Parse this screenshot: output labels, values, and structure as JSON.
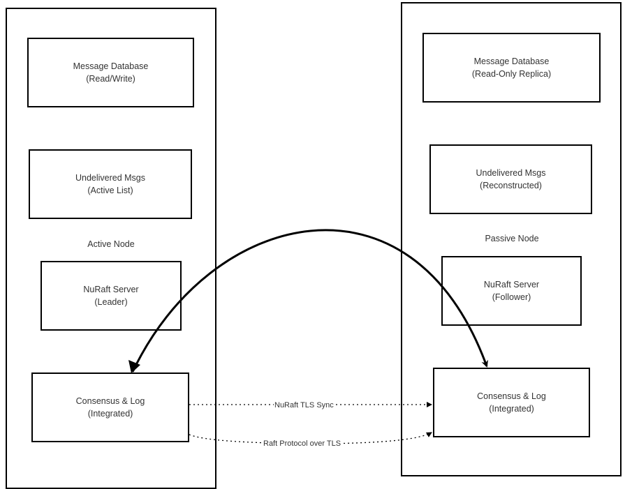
{
  "diagram": {
    "nodes": {
      "active": {
        "label": "Active Node",
        "message_db": {
          "title": "Message Database",
          "subtitle": "(Read/Write)"
        },
        "undelivered": {
          "title": "Undelivered Msgs",
          "subtitle": "(Active List)"
        },
        "nuraft": {
          "title": "NuRaft Server",
          "subtitle": "(Leader)"
        },
        "consensus": {
          "title": "Consensus & Log",
          "subtitle": "(Integrated)"
        }
      },
      "passive": {
        "label": "Passive Node",
        "message_db": {
          "title": "Message Database",
          "subtitle": "(Read-Only Replica)"
        },
        "undelivered": {
          "title": "Undelivered Msgs",
          "subtitle": "(Reconstructed)"
        },
        "nuraft": {
          "title": "NuRaft Server",
          "subtitle": "(Follower)"
        },
        "consensus": {
          "title": "Consensus & Log",
          "subtitle": "(Integrated)"
        }
      }
    },
    "edges": {
      "sync": {
        "label": "NuRaft TLS Sync",
        "style": "dotted"
      },
      "protocol": {
        "label": "Raft Protocol over TLS",
        "style": "dotted"
      },
      "bidirectional_arc": {
        "label": "",
        "style": "solid-bidirectional"
      }
    },
    "colors": {
      "stroke": "#000000",
      "text": "#333333",
      "background": "#ffffff"
    }
  }
}
